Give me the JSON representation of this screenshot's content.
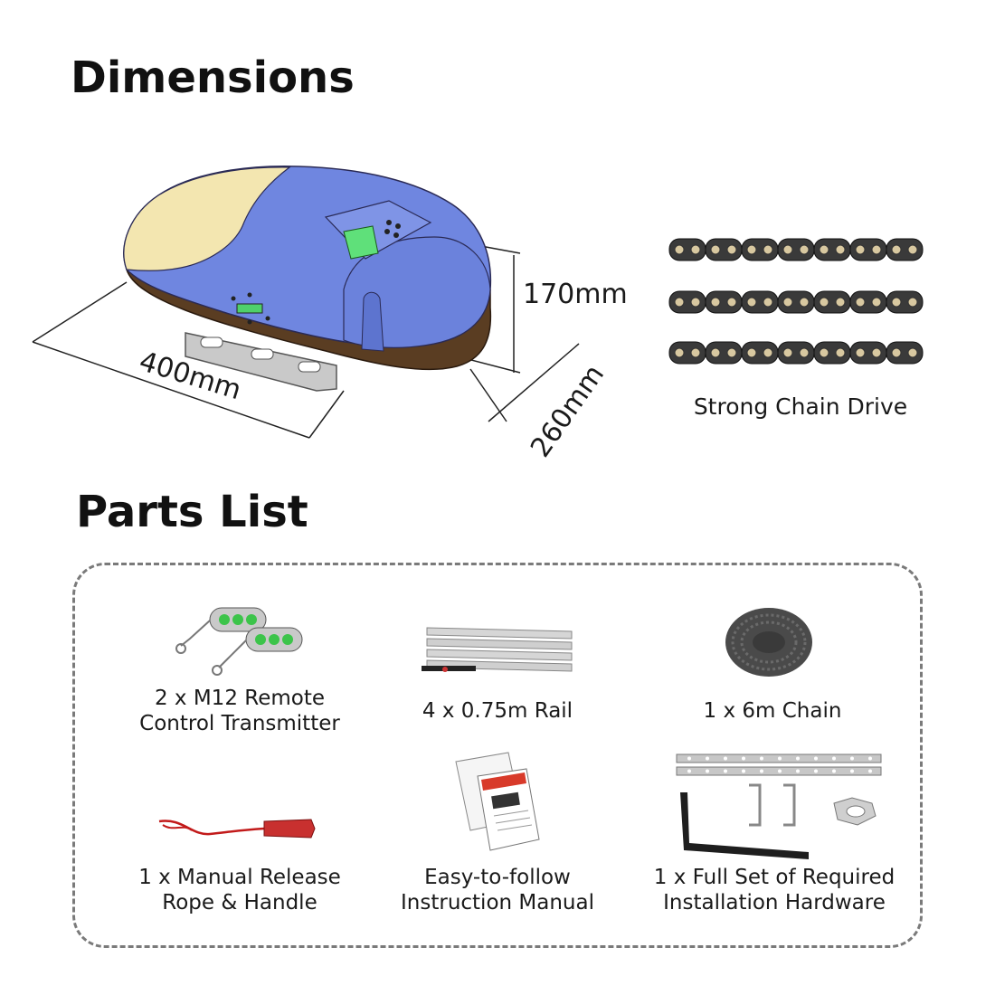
{
  "dimensions_section": {
    "title": "Dimensions",
    "width_label": "400mm",
    "height_label": "170mm",
    "depth_label": "260mm",
    "colors": {
      "housing_blue": "#6f86e0",
      "housing_cream": "#f3e6b0",
      "base_brown": "#5a3d22"
    }
  },
  "chain_section": {
    "caption": "Strong Chain Drive",
    "icon": "roller-chain-icon"
  },
  "parts_section": {
    "title": "Parts List",
    "items": [
      {
        "icon": "remote-control-icon",
        "line1": "2 x M12 Remote",
        "line2": "Control Transmitter"
      },
      {
        "icon": "rail-icon",
        "line1": "4 x 0.75m Rail",
        "line2": ""
      },
      {
        "icon": "chain-coil-icon",
        "line1": "1 x 6m Chain",
        "line2": ""
      },
      {
        "icon": "release-rope-icon",
        "line1": "1 x Manual Release",
        "line2": "Rope & Handle"
      },
      {
        "icon": "manual-icon",
        "line1": "Easy-to-follow",
        "line2": "Instruction Manual"
      },
      {
        "icon": "hardware-icon",
        "line1": "1 x Full Set of Required",
        "line2": "Installation Hardware"
      }
    ]
  }
}
